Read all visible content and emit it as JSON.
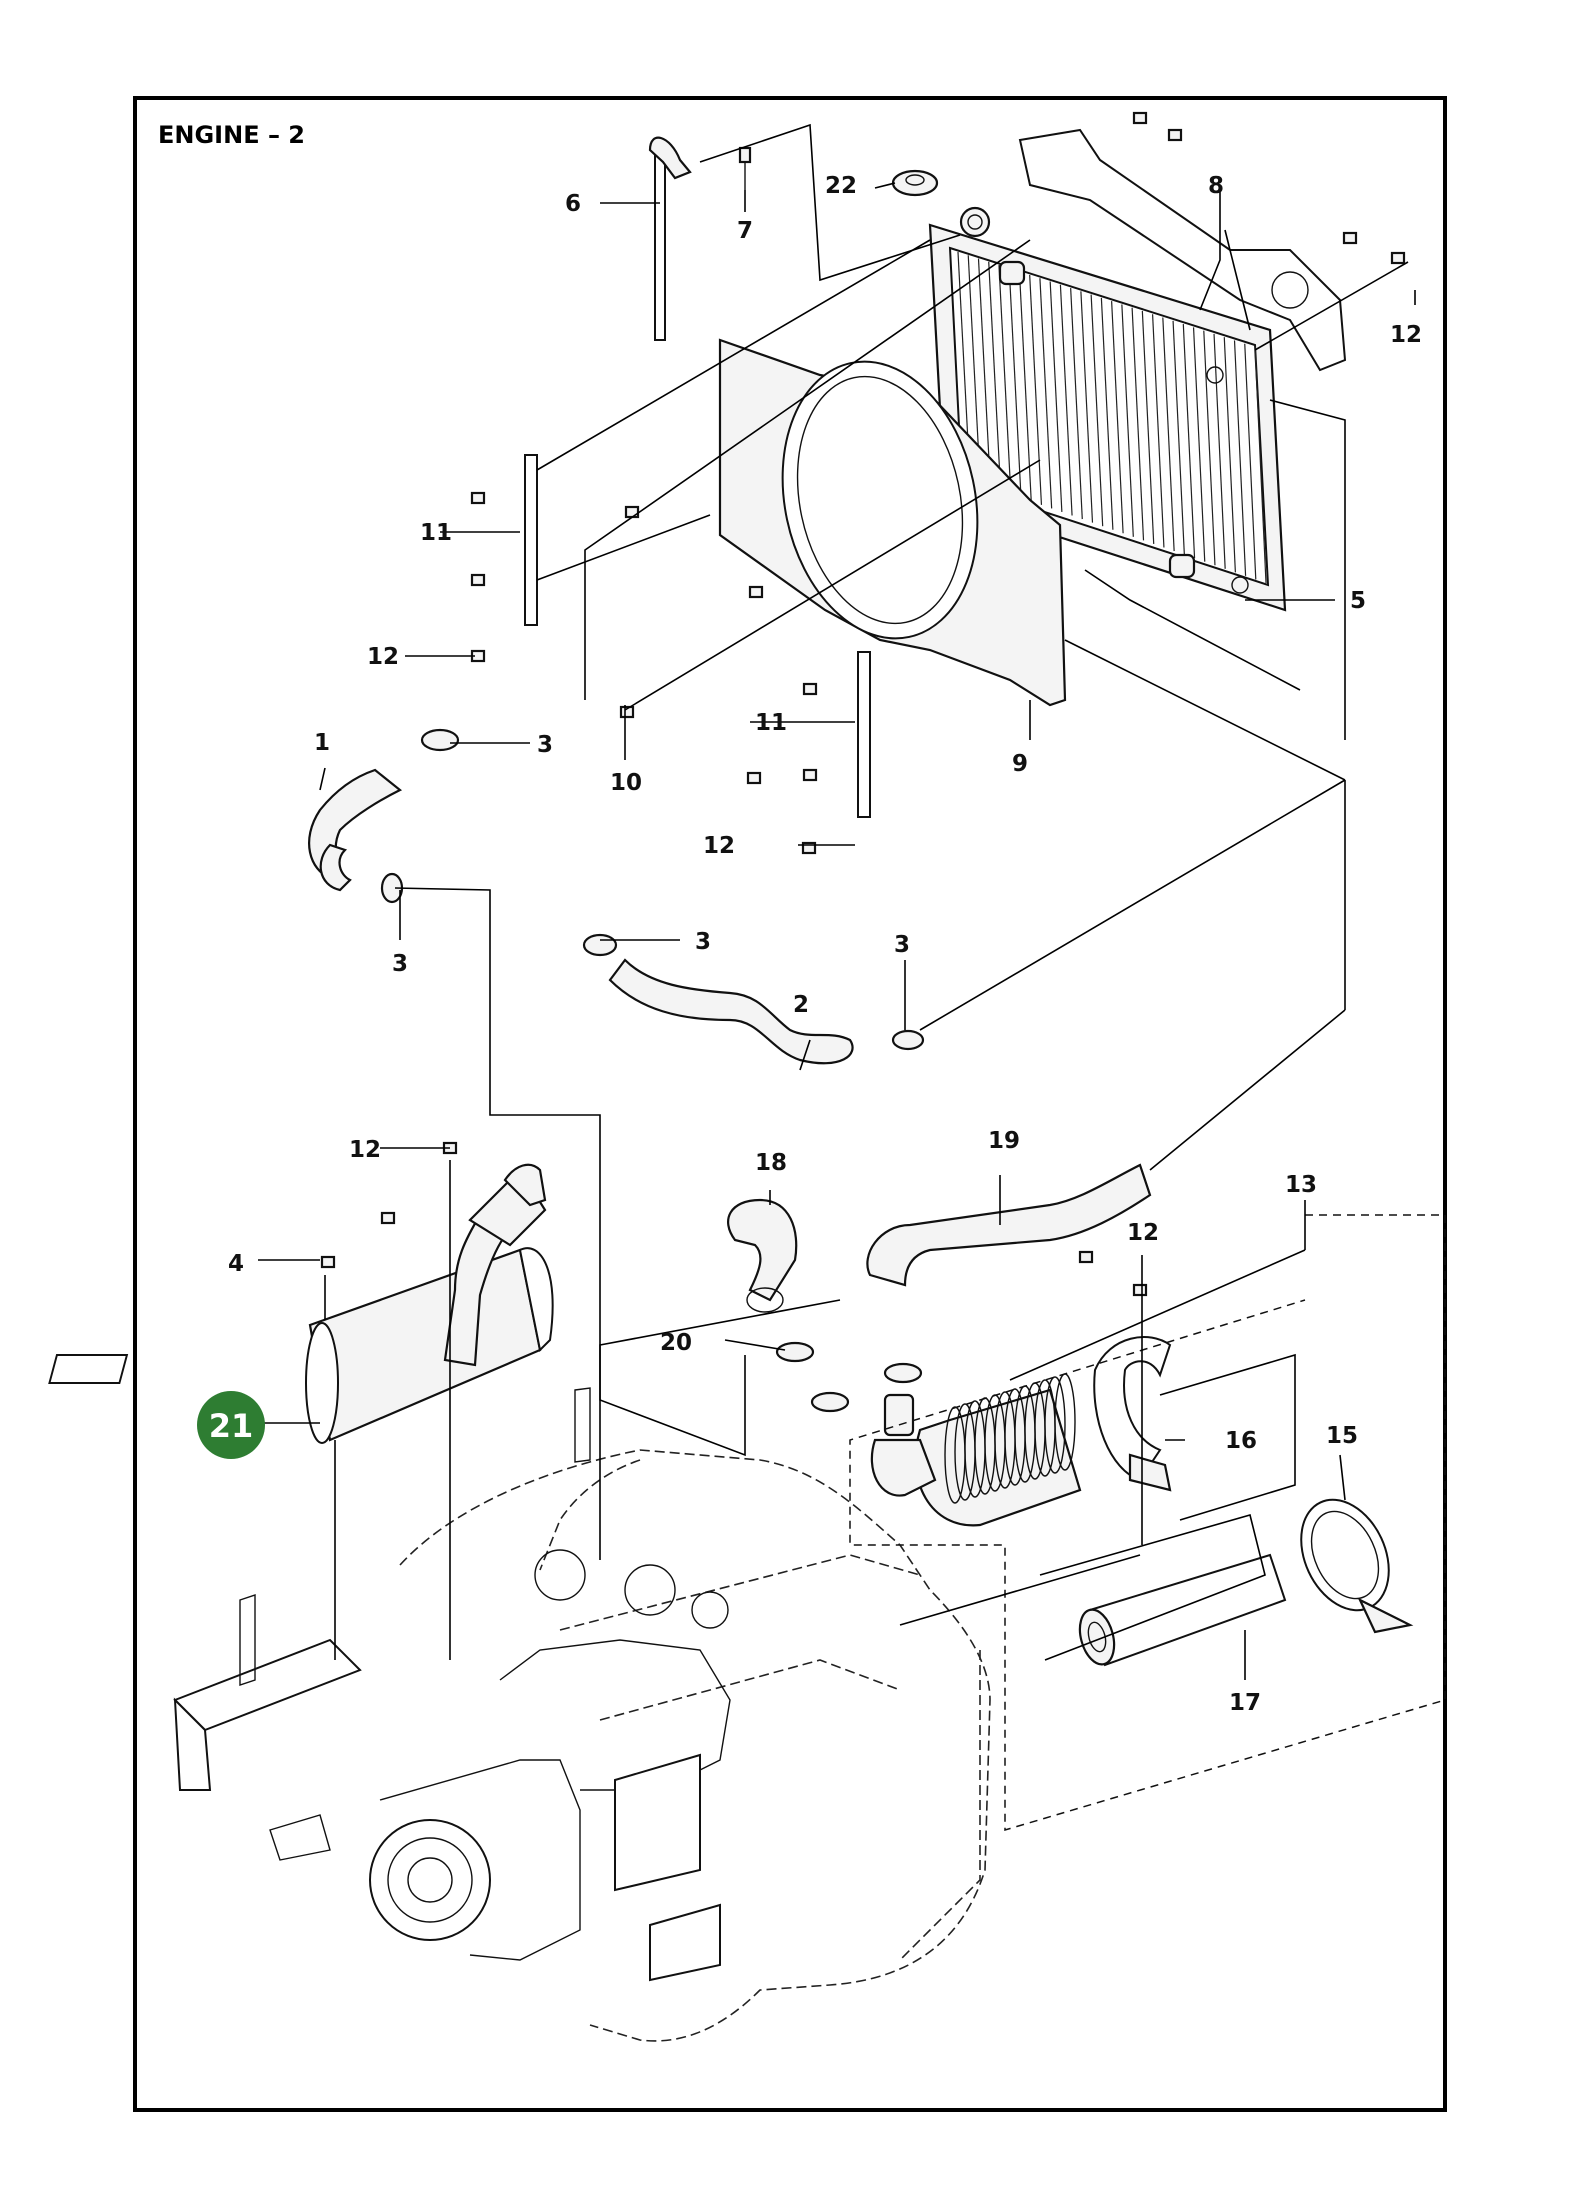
{
  "title": "ENGINE – 2",
  "highlight_color": "#2e7d32",
  "callouts": [
    {
      "id": "c1",
      "text": "1"
    },
    {
      "id": "c2",
      "text": "2"
    },
    {
      "id": "c3a",
      "text": "3"
    },
    {
      "id": "c3b",
      "text": "3"
    },
    {
      "id": "c3c",
      "text": "3"
    },
    {
      "id": "c3d",
      "text": "3"
    },
    {
      "id": "c4",
      "text": "4"
    },
    {
      "id": "c5",
      "text": "5"
    },
    {
      "id": "c6",
      "text": "6"
    },
    {
      "id": "c7",
      "text": "7"
    },
    {
      "id": "c8",
      "text": "8"
    },
    {
      "id": "c9",
      "text": "9"
    },
    {
      "id": "c10",
      "text": "10"
    },
    {
      "id": "c11a",
      "text": "11"
    },
    {
      "id": "c11b",
      "text": "11"
    },
    {
      "id": "c12a",
      "text": "12"
    },
    {
      "id": "c12b",
      "text": "12"
    },
    {
      "id": "c12c",
      "text": "12"
    },
    {
      "id": "c12d",
      "text": "12"
    },
    {
      "id": "c12e",
      "text": "12"
    },
    {
      "id": "c13",
      "text": "13"
    },
    {
      "id": "c15",
      "text": "15"
    },
    {
      "id": "c16",
      "text": "16"
    },
    {
      "id": "c17",
      "text": "17"
    },
    {
      "id": "c18",
      "text": "18"
    },
    {
      "id": "c19",
      "text": "19"
    },
    {
      "id": "c20",
      "text": "20"
    },
    {
      "id": "c22",
      "text": "22"
    }
  ],
  "highlighted_callout": {
    "text": "21"
  }
}
